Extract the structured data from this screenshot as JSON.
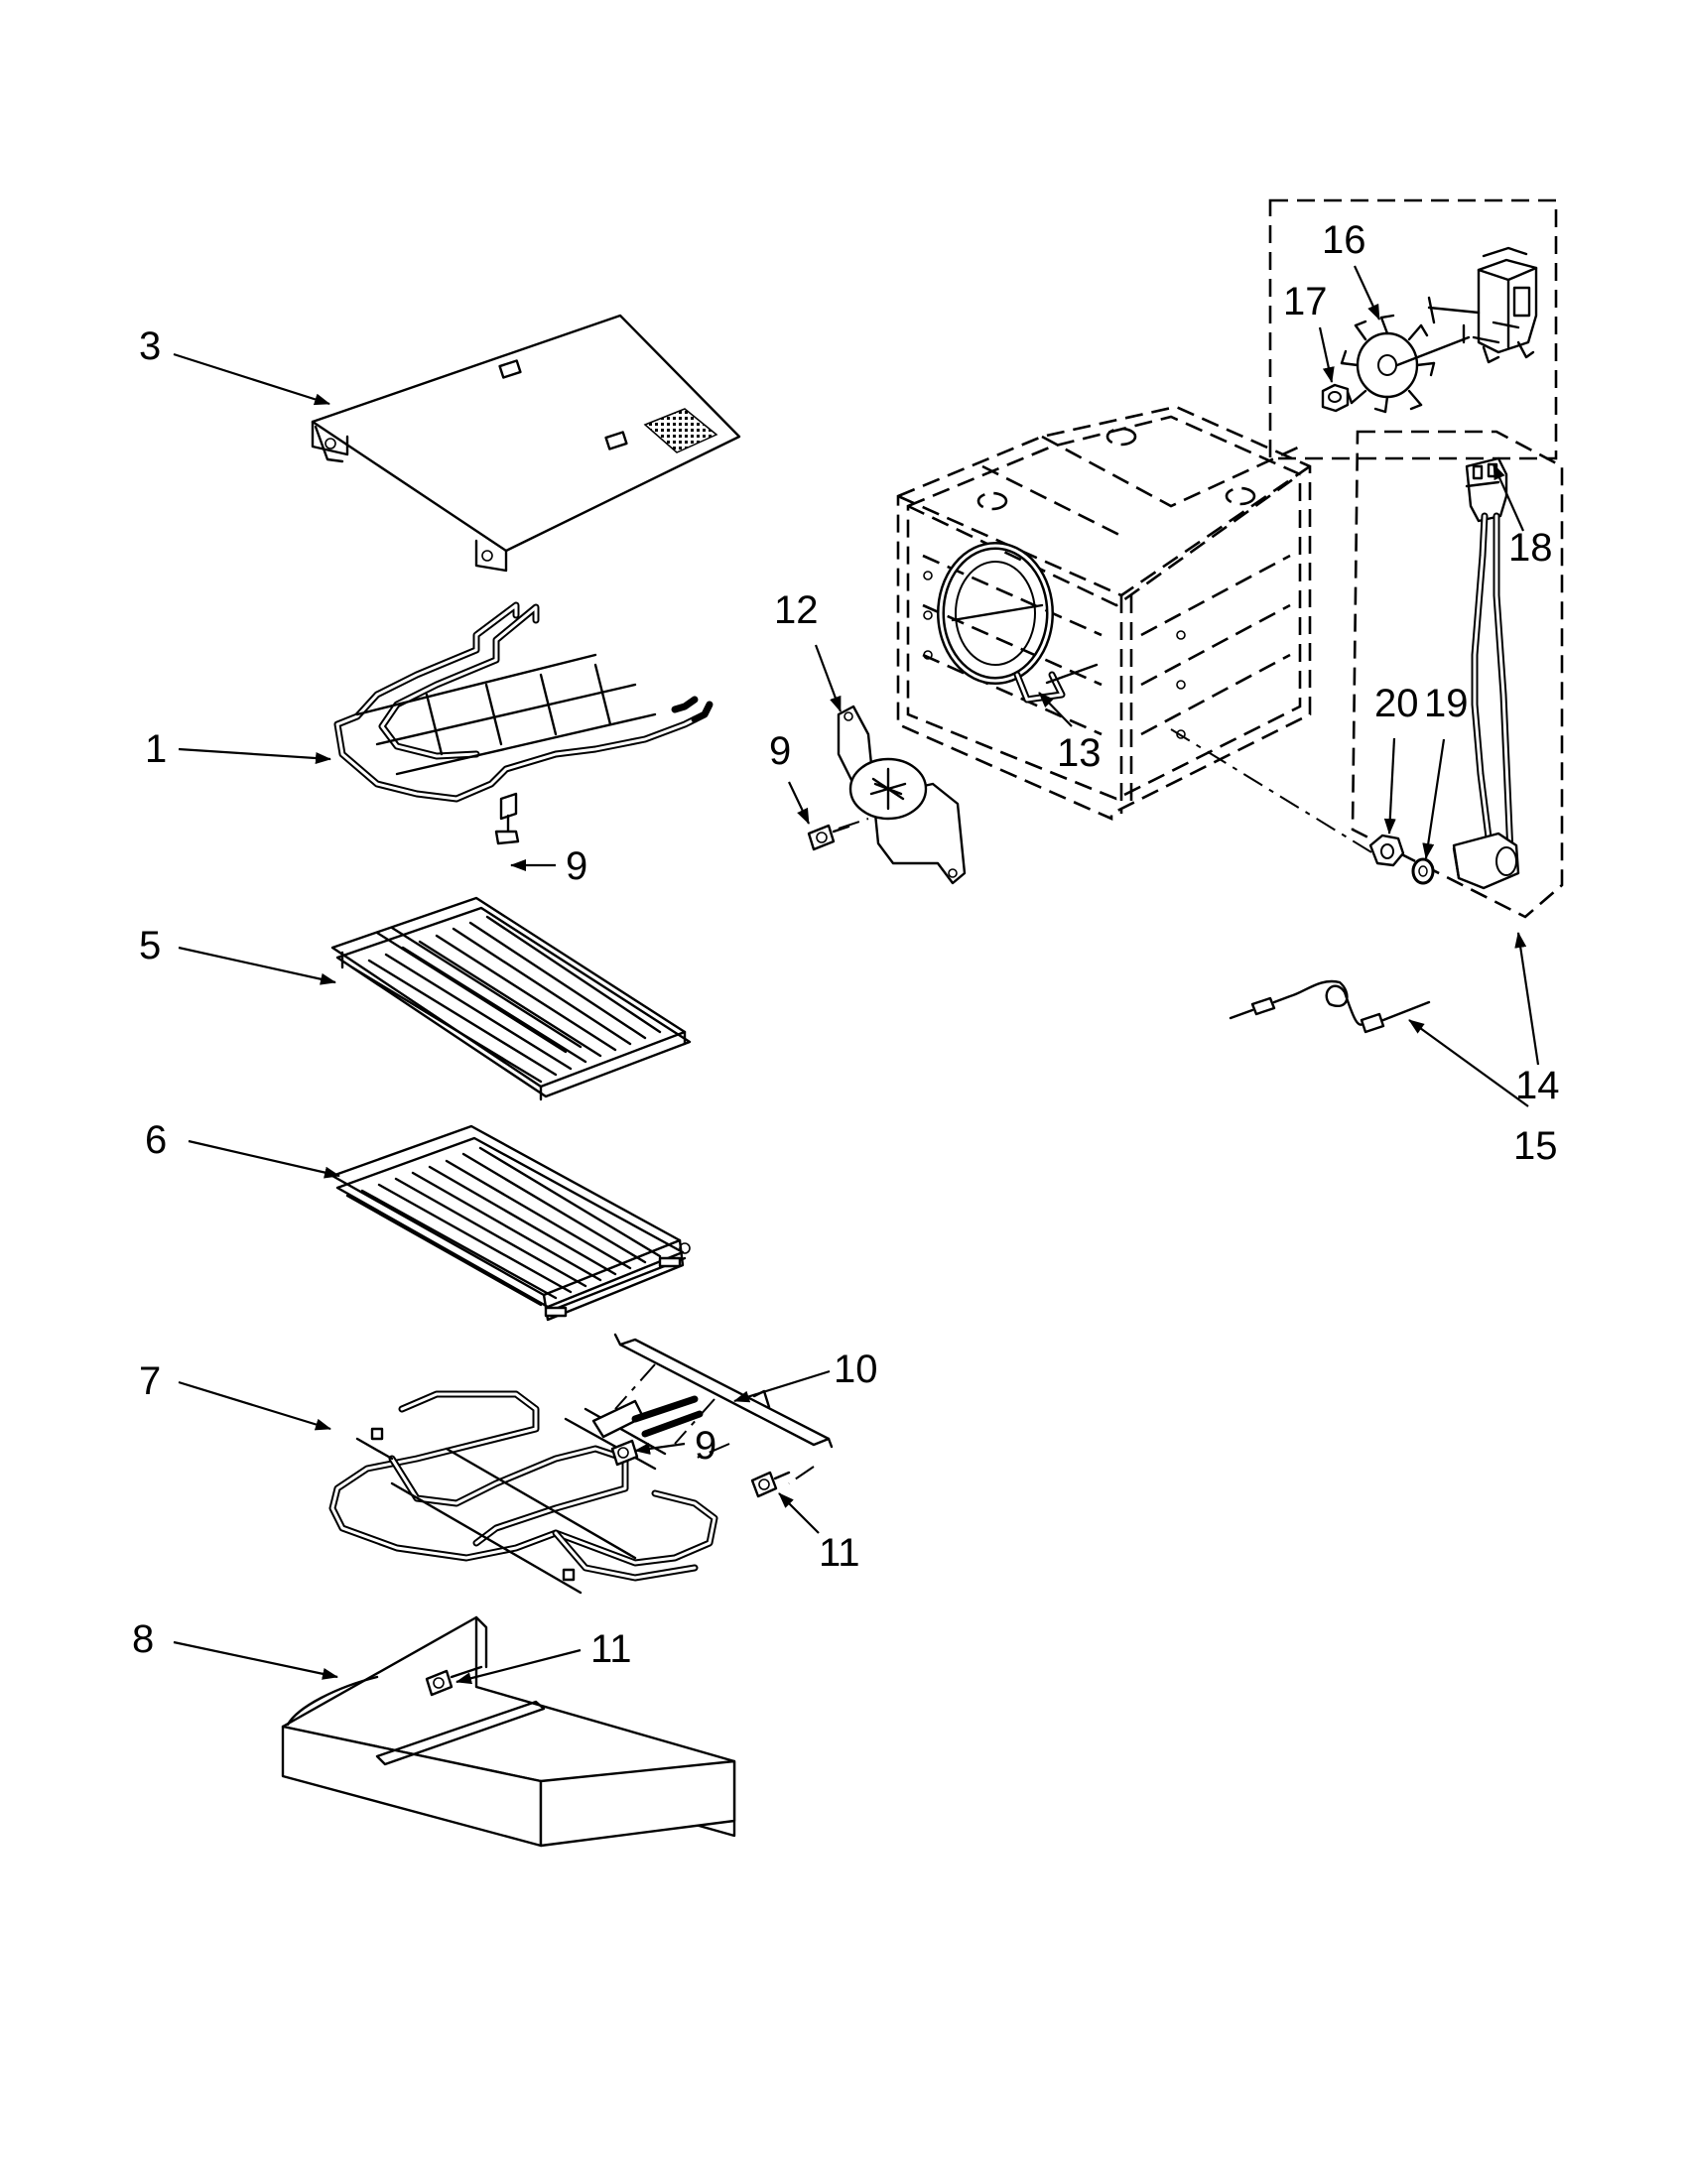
{
  "callouts": [
    {
      "id": "c3",
      "text": "3"
    },
    {
      "id": "c1",
      "text": "1"
    },
    {
      "id": "c9a",
      "text": "9"
    },
    {
      "id": "c5",
      "text": "5"
    },
    {
      "id": "c6",
      "text": "6"
    },
    {
      "id": "c7",
      "text": "7"
    },
    {
      "id": "c9b",
      "text": "9"
    },
    {
      "id": "c10",
      "text": "10"
    },
    {
      "id": "c11a",
      "text": "11"
    },
    {
      "id": "c8",
      "text": "8"
    },
    {
      "id": "c11b",
      "text": "11"
    },
    {
      "id": "c12",
      "text": "12"
    },
    {
      "id": "c9c",
      "text": "9"
    },
    {
      "id": "c13",
      "text": "13"
    },
    {
      "id": "c16",
      "text": "16"
    },
    {
      "id": "c17",
      "text": "17"
    },
    {
      "id": "c18",
      "text": "18"
    },
    {
      "id": "c20",
      "text": "20"
    },
    {
      "id": "c19",
      "text": "19"
    },
    {
      "id": "c14",
      "text": "14"
    },
    {
      "id": "c15",
      "text": "15"
    }
  ]
}
